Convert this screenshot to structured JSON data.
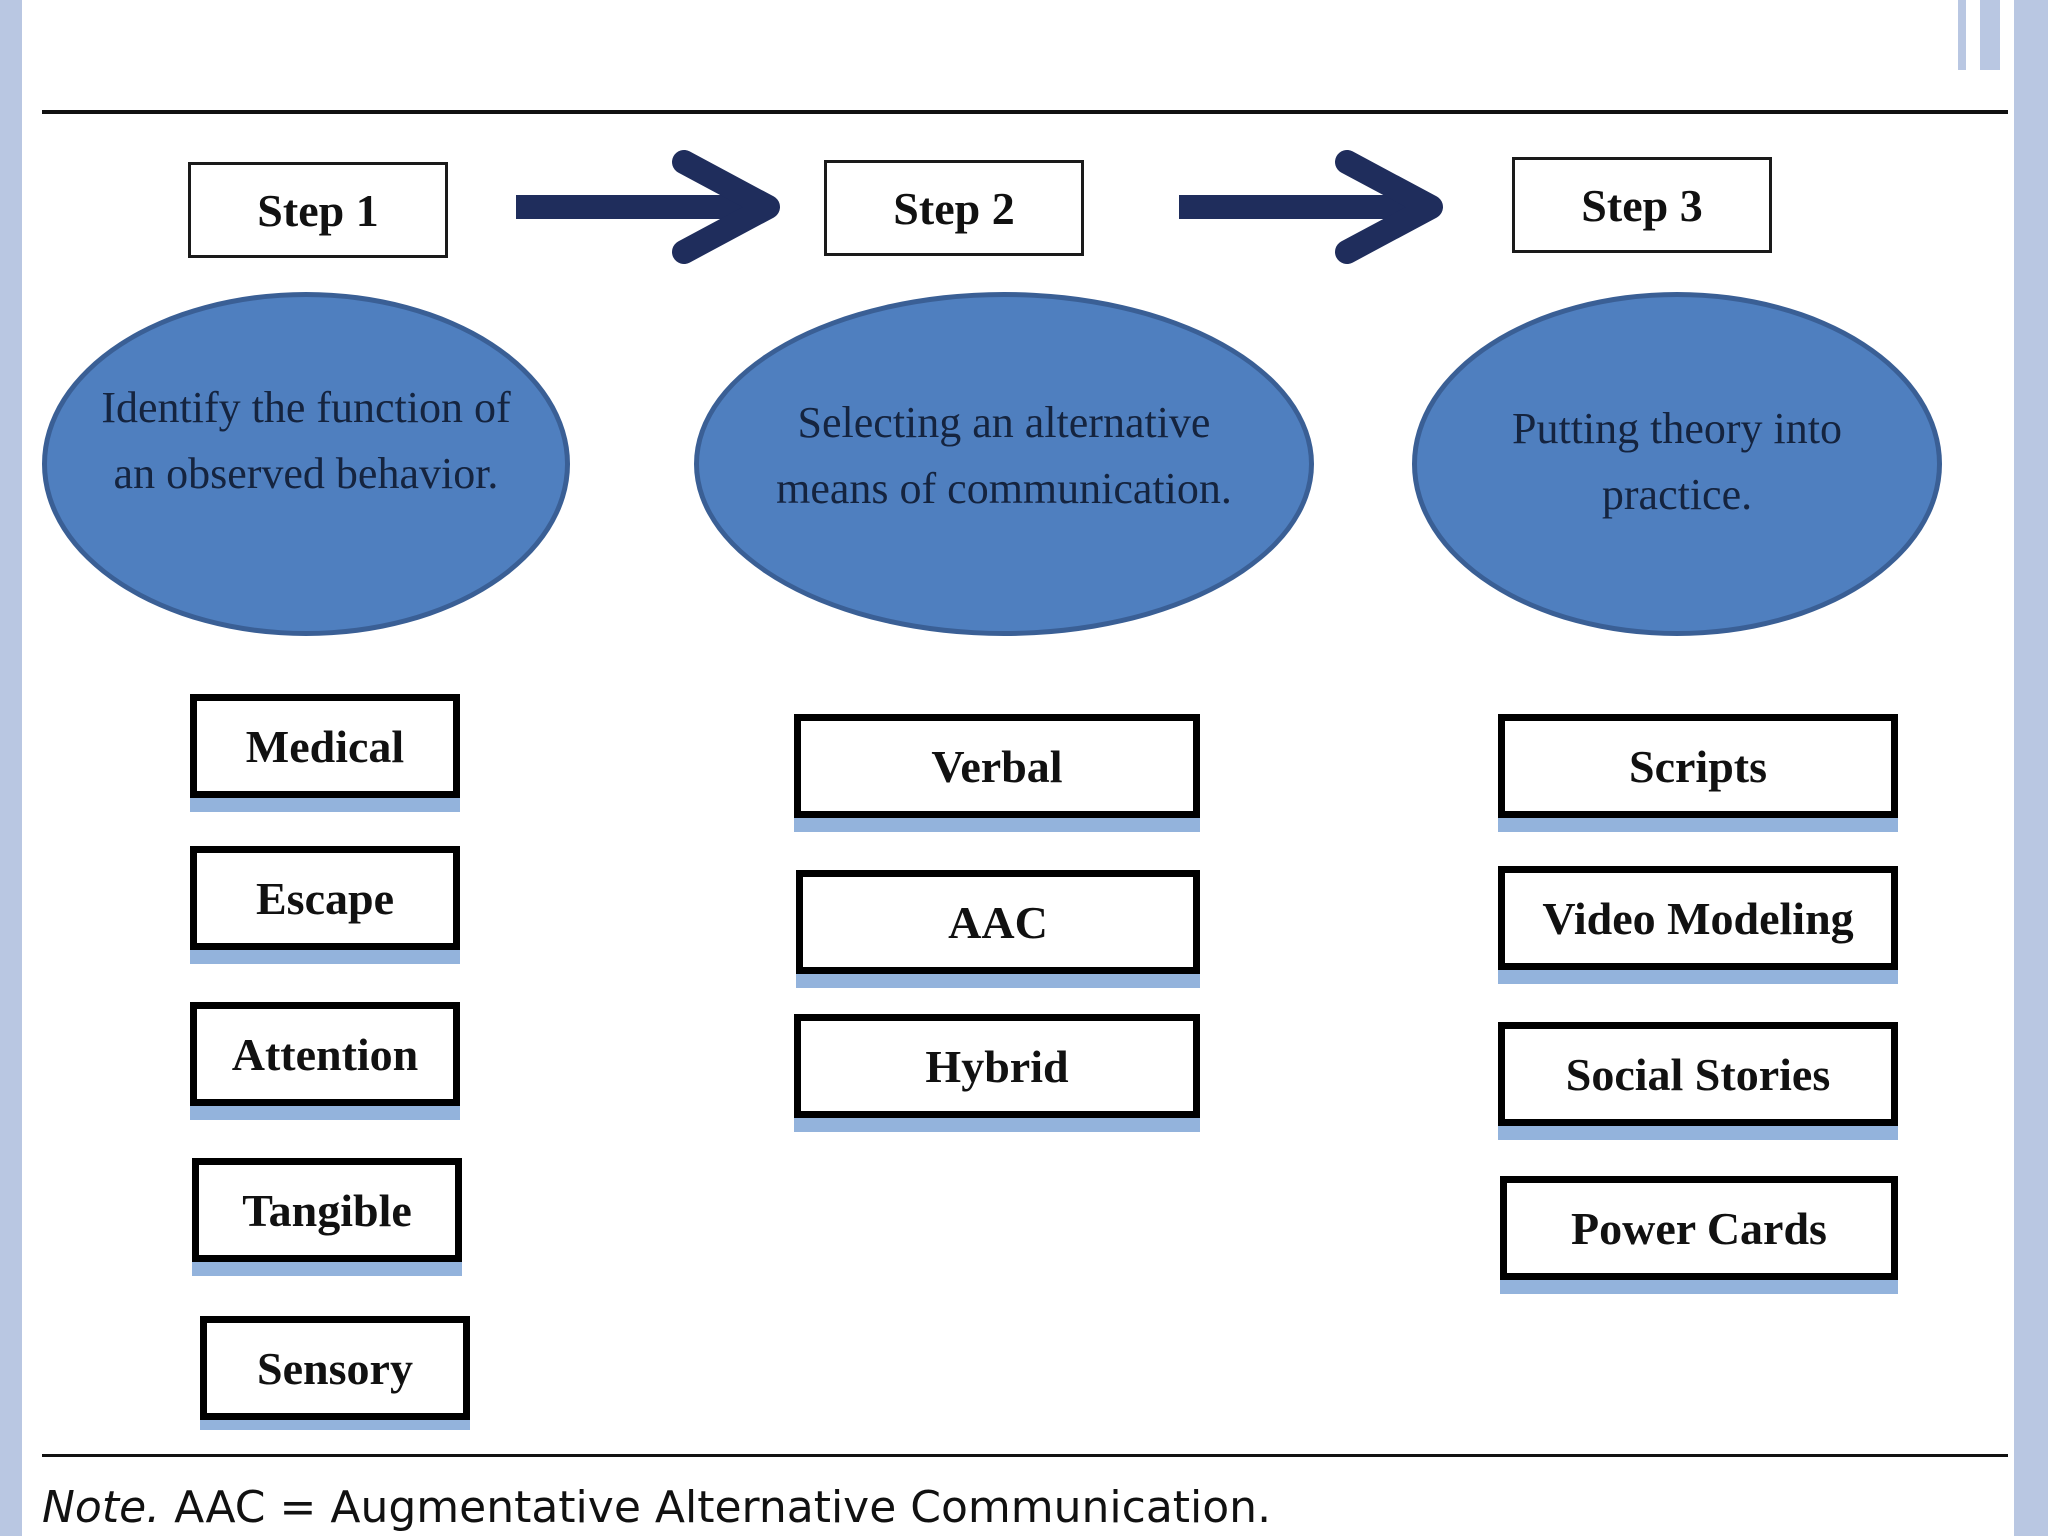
{
  "steps": [
    {
      "label": "Step 1",
      "description": [
        "Identify the function of",
        "an observed behavior."
      ]
    },
    {
      "label": "Step 2",
      "description": [
        "Selecting an alternative",
        "means of communication."
      ]
    },
    {
      "label": "Step 3",
      "description": [
        "Putting theory into",
        "practice."
      ]
    }
  ],
  "columns": [
    {
      "items": [
        "Medical",
        "Escape",
        "Attention",
        "Tangible",
        "Sensory"
      ]
    },
    {
      "items": [
        "Verbal",
        "AAC",
        "Hybrid"
      ]
    },
    {
      "items": [
        "Scripts",
        "Video Modeling",
        "Social Stories",
        "Power Cards"
      ]
    }
  ],
  "note": {
    "prefix": "Note.",
    "text": " AAC = Augmentative Alternative Communication."
  },
  "colors": {
    "ellipse_fill": "#4f7fbf",
    "ellipse_border": "#3a5f95",
    "arrow": "#1f2d5c",
    "box_shadow": "#93b3dc",
    "frame": "#b9c7e2"
  }
}
